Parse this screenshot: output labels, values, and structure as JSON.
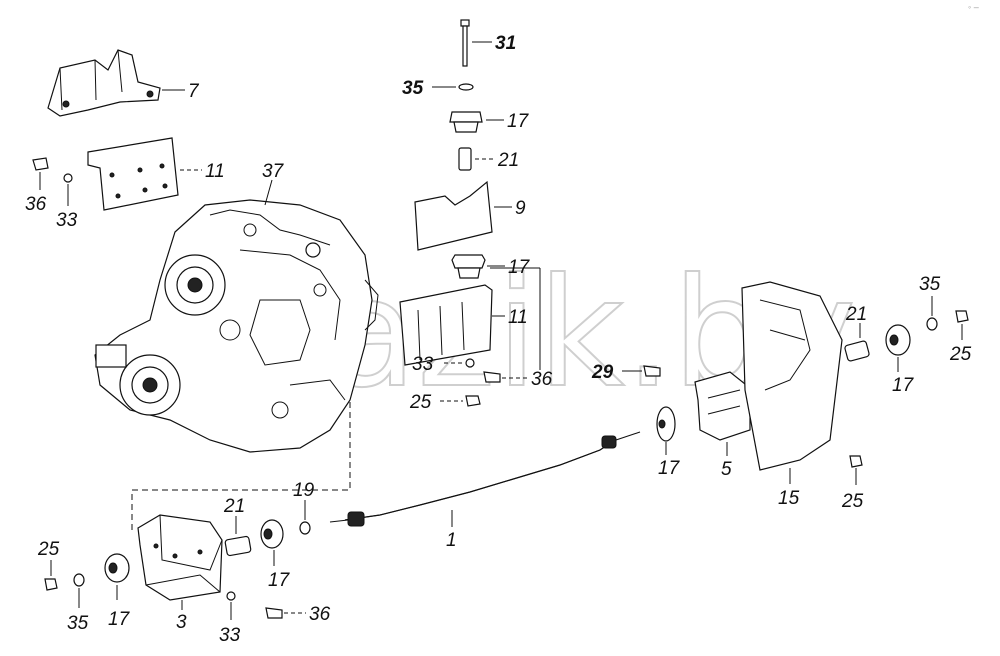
{
  "watermark": "bazik.by",
  "corner_mark": "◦ –",
  "callouts": {
    "c1": "1",
    "c3": "3",
    "c5": "5",
    "c7": "7",
    "c9": "9",
    "c11a": "11",
    "c11b": "11",
    "c15": "15",
    "c17a": "17",
    "c17b": "17",
    "c17c": "17",
    "c17d": "17",
    "c17e": "17",
    "c17f": "17",
    "c19": "19",
    "c21a": "21",
    "c21b": "21",
    "c21c": "21",
    "c25a": "25",
    "c25b": "25",
    "c25c": "25",
    "c25d": "25",
    "c29": "29",
    "c31": "31",
    "c33a": "33",
    "c33b": "33",
    "c33c": "33",
    "c35a": "35",
    "c35b": "35",
    "c35c": "35",
    "c36a": "36",
    "c36b": "36",
    "c36c": "36",
    "c37": "37"
  }
}
